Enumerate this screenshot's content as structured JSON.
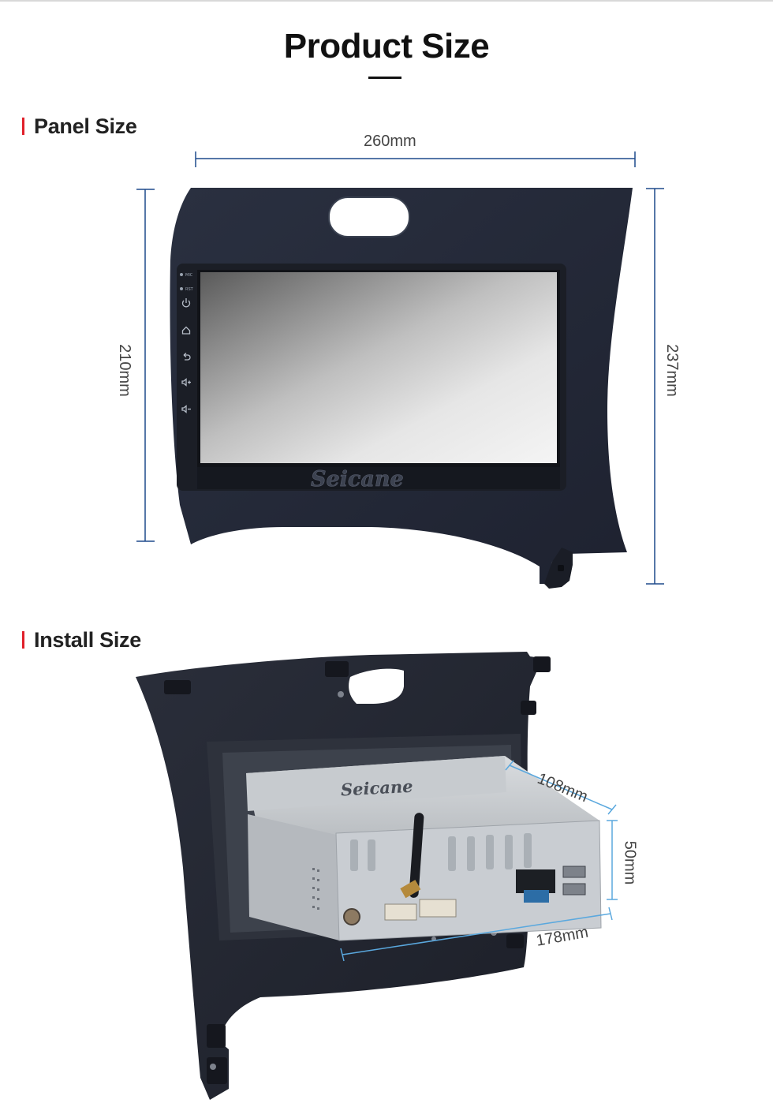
{
  "page": {
    "title": "Product Size"
  },
  "panel_section": {
    "heading": "Panel Size",
    "dimensions": {
      "width": "260mm",
      "screen_height": "210mm",
      "total_height": "237mm"
    },
    "brand": "Seicane",
    "side_buttons": [
      {
        "label": "MIC",
        "icon": "mic-label"
      },
      {
        "label": "RST",
        "icon": "reset-label"
      },
      {
        "label": "",
        "icon": "power-icon"
      },
      {
        "label": "",
        "icon": "home-icon"
      },
      {
        "label": "",
        "icon": "back-icon"
      },
      {
        "label": "",
        "icon": "volume-up-icon"
      },
      {
        "label": "",
        "icon": "volume-down-icon"
      }
    ]
  },
  "install_section": {
    "heading": "Install Size",
    "brand": "Seicane",
    "dimensions": {
      "depth": "108mm",
      "height": "50mm",
      "width": "178mm"
    }
  },
  "colors": {
    "accent_bar": "#e0202a",
    "dimension_line": "#1e4a8c",
    "install_dimension_line": "#5aa8de",
    "panel_dark": "#232834"
  }
}
